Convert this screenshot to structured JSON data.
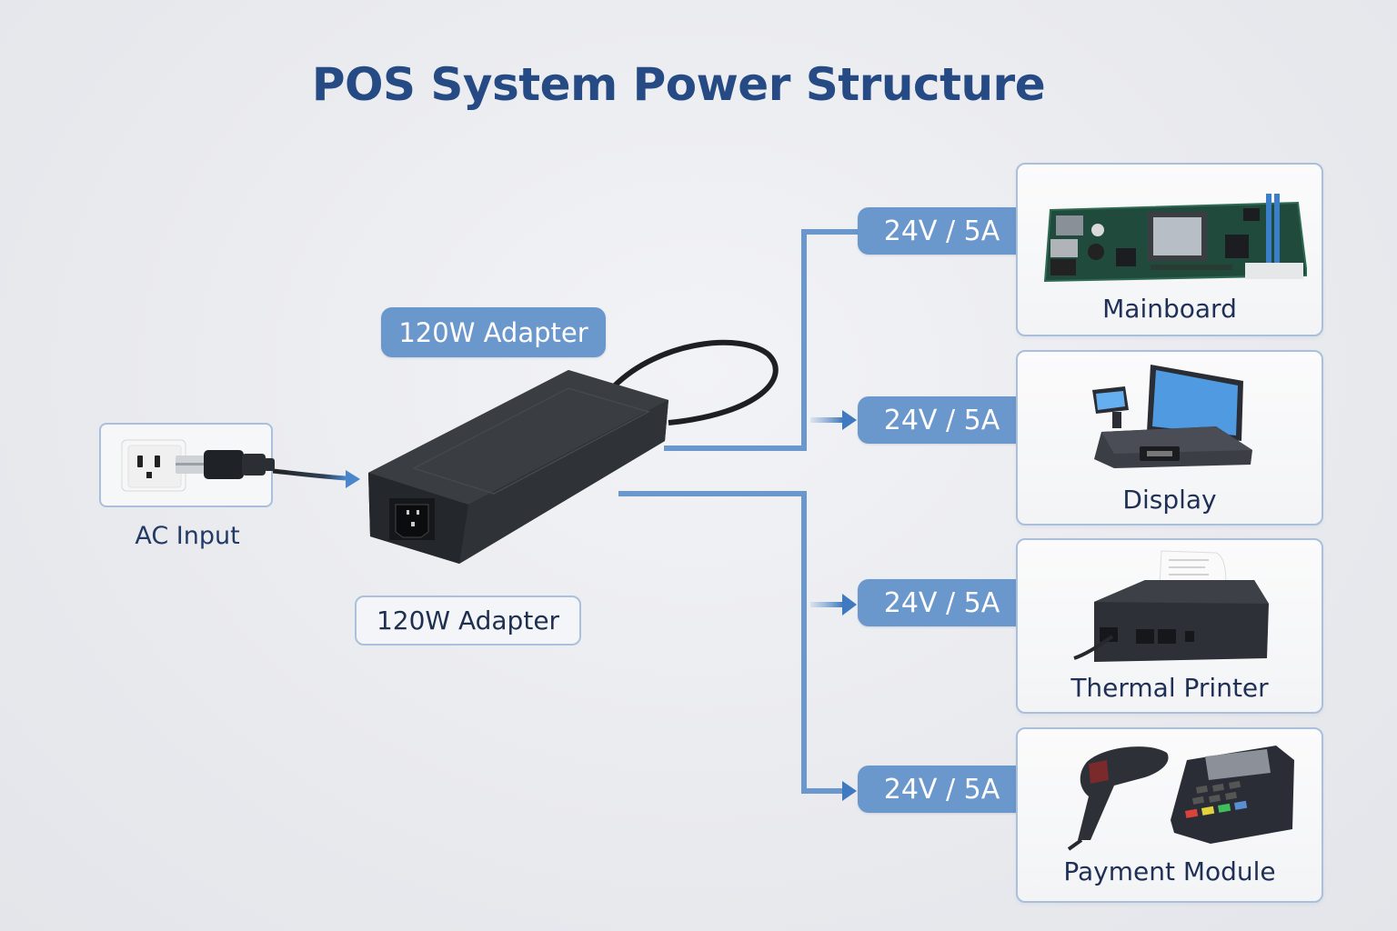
{
  "title": "POS System Power Structure",
  "ac_input": {
    "label": "AC Input",
    "icon": "wall-outlet-plug-icon"
  },
  "adapter": {
    "badge_label": "120W Adapter",
    "caption_label": "120W Adapter",
    "icon": "power-adapter-brick-icon"
  },
  "outputs": [
    {
      "rating": "24V / 5A",
      "device": "Mainboard",
      "icon": "circuit-board-icon"
    },
    {
      "rating": "24V / 5A",
      "device": "Display",
      "icon": "pos-terminal-display-icon"
    },
    {
      "rating": "24V / 5A",
      "device": "Thermal Printer",
      "icon": "receipt-printer-icon"
    },
    {
      "rating": "24V / 5A",
      "device": "Payment Module",
      "icon": "scanner-and-card-terminal-icon"
    }
  ],
  "colors": {
    "title": "#264a84",
    "accent": "#6a97cc",
    "card_border": "#a9bfdc",
    "text": "#1f2f56"
  }
}
